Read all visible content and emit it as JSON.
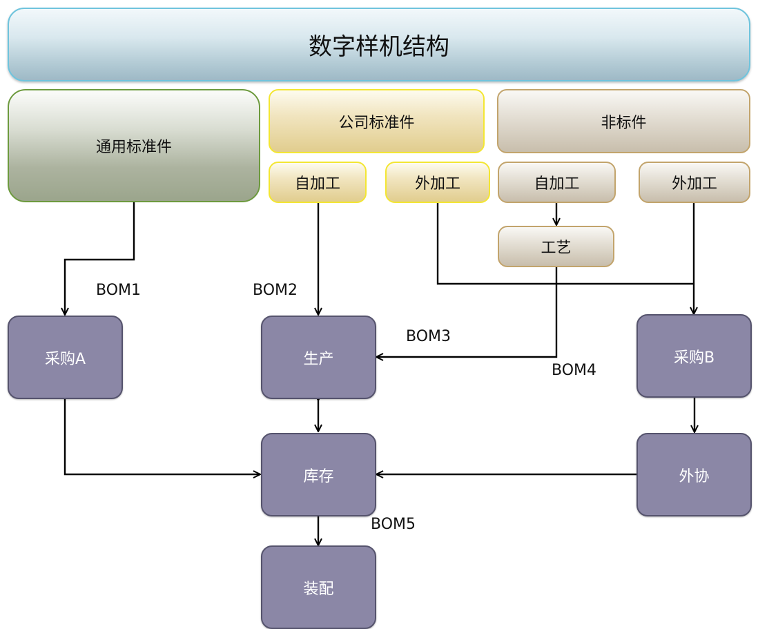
{
  "title": "数字样机结构",
  "categories": {
    "general": "通用标准件",
    "company": "公司标准件",
    "nonstandard": "非标件"
  },
  "sub": {
    "company_self": "自加工",
    "company_out": "外加工",
    "nonstd_self": "自加工",
    "nonstd_out": "外加工",
    "process": "工艺"
  },
  "nodes": {
    "purchase_a": "采购A",
    "production": "生产",
    "purchase_b": "采购B",
    "inventory": "库存",
    "outsource": "外协",
    "assembly": "装配"
  },
  "labels": {
    "bom1": "BOM1",
    "bom2": "BOM2",
    "bom3": "BOM3",
    "bom4": "BOM4",
    "bom5": "BOM5"
  }
}
